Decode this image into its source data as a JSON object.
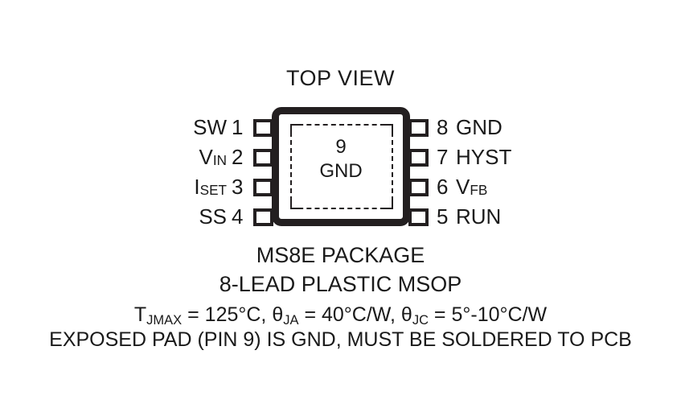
{
  "title": "TOP VIEW",
  "package": {
    "body_label": "package-body",
    "exposed_pad": {
      "pin_number": "9",
      "pin_name": "GND"
    }
  },
  "pins": {
    "left": [
      {
        "number": "1",
        "name": "SW",
        "name_base": "SW",
        "name_sub": ""
      },
      {
        "number": "2",
        "name": "VIN",
        "name_base": "V",
        "name_sub": "IN"
      },
      {
        "number": "3",
        "name": "ISET",
        "name_base": "I",
        "name_sub": "SET"
      },
      {
        "number": "4",
        "name": "SS",
        "name_base": "SS",
        "name_sub": ""
      }
    ],
    "right": [
      {
        "number": "8",
        "name": "GND",
        "name_base": "GND",
        "name_sub": ""
      },
      {
        "number": "7",
        "name": "HYST",
        "name_base": "HYST",
        "name_sub": ""
      },
      {
        "number": "6",
        "name": "VFB",
        "name_base": "V",
        "name_sub": "FB"
      },
      {
        "number": "5",
        "name": "RUN",
        "name_base": "RUN",
        "name_sub": ""
      }
    ]
  },
  "captions": {
    "package_name": "MS8E PACKAGE",
    "lead_description": "8-LEAD PLASTIC MSOP",
    "thermal": {
      "tjmax_base": "T",
      "tjmax_sub": "JMAX",
      "tjmax_value": " = 125°C, ",
      "theta_ja_symbol": "θ",
      "theta_ja_sub": "JA",
      "theta_ja_value": " = 40°C/W, ",
      "theta_jc_symbol": "θ",
      "theta_jc_sub": "JC",
      "theta_jc_value": " = 5°-10°C/W"
    },
    "exposed_pad_note": "EXPOSED PAD (PIN 9) IS GND, MUST BE SOLDERED TO PCB"
  },
  "colors": {
    "ink": "#231f20",
    "background": "#ffffff"
  }
}
